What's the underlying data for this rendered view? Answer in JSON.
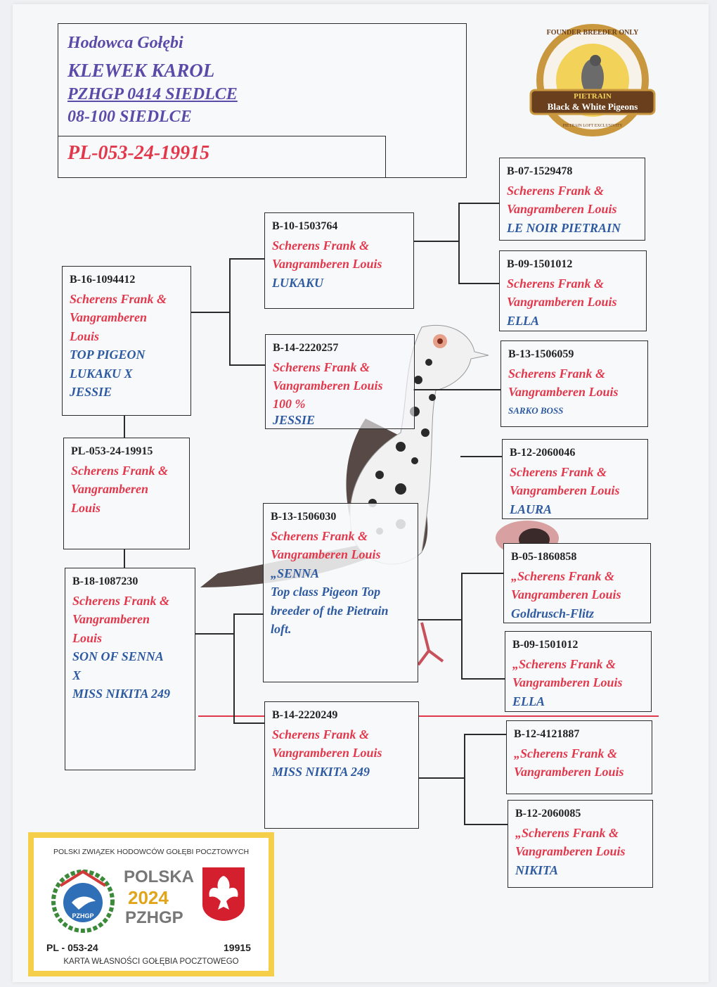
{
  "header": {
    "line1": "Hodowca Gołębi",
    "line2": "KLEWEK  KAROL",
    "line3": "PZHGP 0414 SIEDLCE",
    "line4": "08-100 SIEDLCE",
    "ring": "PL-053-24-19915"
  },
  "logo": {
    "top_text": "FOUNDER BREEDER ONLY",
    "banner1": "PIETRAIN",
    "banner2": "Black & White Pigeons",
    "bottom_text": "PIETRAIN LOFT EXCLUSIVITY"
  },
  "pedigree": {
    "subject": {
      "ring": "PL-053-24-19915",
      "breeder_a": "Scherens Frank &",
      "breeder_b": "Vangramberen",
      "breeder_c": "Louis"
    },
    "sire": {
      "ring": "B-16-1094412",
      "breeder_a": "Scherens Frank &",
      "breeder_b": "Vangramberen",
      "breeder_c": "Louis",
      "n1": "TOP PIGEON",
      "n2": "LUKAKU X",
      "n3": "JESSIE"
    },
    "dam": {
      "ring": "B-18-1087230",
      "breeder_a": "Scherens Frank &",
      "breeder_b": "Vangramberen",
      "breeder_c": "Louis",
      "n1": "SON OF SENNA",
      "n2": "X",
      "n3": "MISS NIKITA 249"
    },
    "ss": {
      "ring": "B-10-1503764",
      "breeder_a": "Scherens Frank &",
      "breeder_b": "Vangramberen Louis",
      "name": "LUKAKU"
    },
    "sd": {
      "ring": "B-14-2220257",
      "breeder_a": "Scherens Frank &",
      "breeder_b": "Vangramberen Louis",
      "note": "100 %",
      "name": "JESSIE"
    },
    "ds": {
      "ring": "B-13-1506030",
      "breeder_a": "Scherens Frank &",
      "breeder_b": "Vangramberen Louis",
      "n1": "„SENNA",
      "n2": "Top class Pigeon Top",
      "n3": "breeder of the Pietrain",
      "n4": "loft."
    },
    "dd": {
      "ring": "B-14-2220249",
      "breeder_a": "Scherens Frank &",
      "breeder_b": "Vangramberen Louis",
      "name": "MISS NIKITA 249"
    },
    "g1": {
      "ring": "B-07-1529478",
      "breeder_a": "Scherens Frank &",
      "breeder_b": "Vangramberen Louis",
      "name": "LE NOIR PIETRAIN"
    },
    "g2": {
      "ring": "B-09-1501012",
      "breeder_a": "Scherens Frank &",
      "breeder_b": "Vangramberen Louis",
      "name": "ELLA"
    },
    "g3": {
      "ring": "B-13-1506059",
      "breeder_a": "Scherens Frank &",
      "breeder_b": "Vangramberen Louis",
      "name": "SARKO BOSS"
    },
    "g4": {
      "ring": "B-12-2060046",
      "breeder_a": "Scherens Frank &",
      "breeder_b": "Vangramberen Louis",
      "name": "LAURA"
    },
    "g5": {
      "ring": "B-05-1860858",
      "breeder_a": "„Scherens Frank &",
      "breeder_b": "Vangramberen Louis",
      "name": "Goldrusch-Flitz"
    },
    "g6": {
      "ring": "B-09-1501012",
      "breeder_a": "„Scherens Frank &",
      "breeder_b": "Vangramberen Louis",
      "name": "ELLA"
    },
    "g7": {
      "ring": "B-12-4121887",
      "breeder_a": "„Scherens Frank &",
      "breeder_b": "Vangramberen Louis"
    },
    "g8": {
      "ring": "B-12-2060085",
      "breeder_a": "„Scherens Frank &",
      "breeder_b": "Vangramberen Louis",
      "name": "NIKITA"
    }
  },
  "card": {
    "union": "POLSKI ZWIĄZEK HODOWCÓW GOŁĘBI POCZTOWYCH",
    "badge": "PZHGP",
    "country": "POLSKA",
    "year": "2024",
    "org": "PZHGP",
    "ring_left": "PL - 053-24",
    "ring_right": "19915",
    "footer": "KARTA  WŁASNOŚCI GOŁĘBIA POCZTOWEGO"
  },
  "colors": {
    "red": "#e2384c",
    "blue": "#2d5aa0",
    "purple": "#5b4aa8",
    "gold": "#f5cf4a"
  }
}
